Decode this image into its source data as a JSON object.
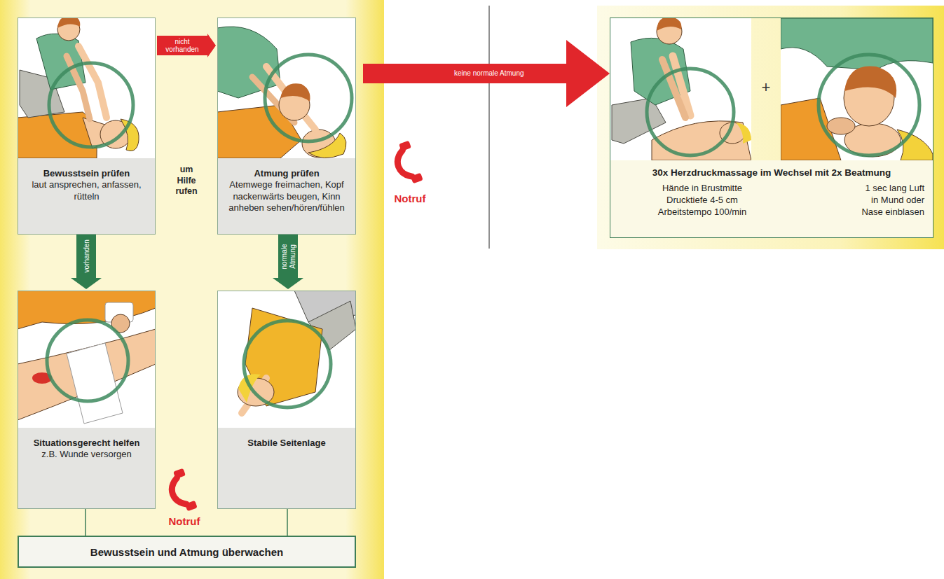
{
  "diagram": {
    "nodes": [
      {
        "text": [
          "Bewusstsein prüfen",
          "laut ansprechen, anfassen, rütteln"
        ]
      },
      {
        "text": [
          "Atmung prüfen",
          "Atemwege freimachen, Kopf nackenwärts beugen, Kinn anheben sehen/hören/fühlen"
        ]
      },
      {
        "text": [
          "30x Herzdruckmassage im Wechsel mit 2x Beatmung",
          "Hände in Brustmitte Drucktiefe 4-5 cm Arbeitstempo 100/min",
          "1 sec lang Luft in Mund oder Nase einblasen"
        ]
      },
      {
        "text": [
          "Situationsgerecht helfen",
          "z.B. Wunde versorgen"
        ]
      },
      {
        "text": [
          "Stabile Seitenlage"
        ]
      },
      {
        "text": [
          "Bewusstsein und Atmung überwachen"
        ]
      }
    ],
    "edges": [
      {
        "from": 0,
        "to": 1,
        "arrow": "to",
        "label": "nicht vorhanden"
      },
      {
        "from": 1,
        "to": 2,
        "arrow": "to",
        "label": "keine normale Atmung"
      },
      {
        "from": 0,
        "to": 3,
        "arrow": "to",
        "label": "vorhanden"
      },
      {
        "from": 1,
        "to": 4,
        "arrow": "to",
        "label": "normale Atmung"
      },
      {
        "from": 3,
        "to": 5,
        "arrow": "none"
      },
      {
        "from": 4,
        "to": 5,
        "arrow": "none"
      }
    ],
    "labels": [
      "um Hilfe rufen",
      "Notruf",
      "Notruf",
      "+"
    ]
  }
}
